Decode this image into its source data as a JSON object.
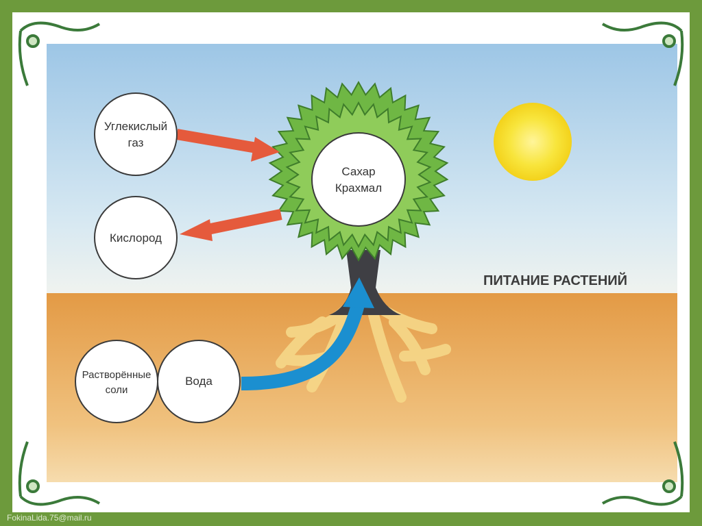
{
  "diagram": {
    "title": "ПИТАНИЕ РАСТЕНИЙ",
    "nodes": {
      "co2": {
        "lines": [
          "Углекислый",
          "газ"
        ]
      },
      "oxygen": {
        "lines": [
          "Кислород"
        ]
      },
      "sugar": {
        "lines": [
          "Сахар",
          "Крахмал"
        ]
      },
      "salts": {
        "lines": [
          "Растворённые",
          "соли"
        ]
      },
      "water": {
        "lines": [
          "Вода"
        ]
      }
    }
  },
  "watermark": "FokinaLida.75@mail.ru",
  "colors": {
    "border": "#6d9a3c",
    "sky_top": "#a9cde8",
    "soil": "#e8a454",
    "leaf": "#7cbf4a",
    "arrow_red": "#e55a3c",
    "arrow_blue": "#1b8fd0",
    "sun": "#f6e23a"
  }
}
